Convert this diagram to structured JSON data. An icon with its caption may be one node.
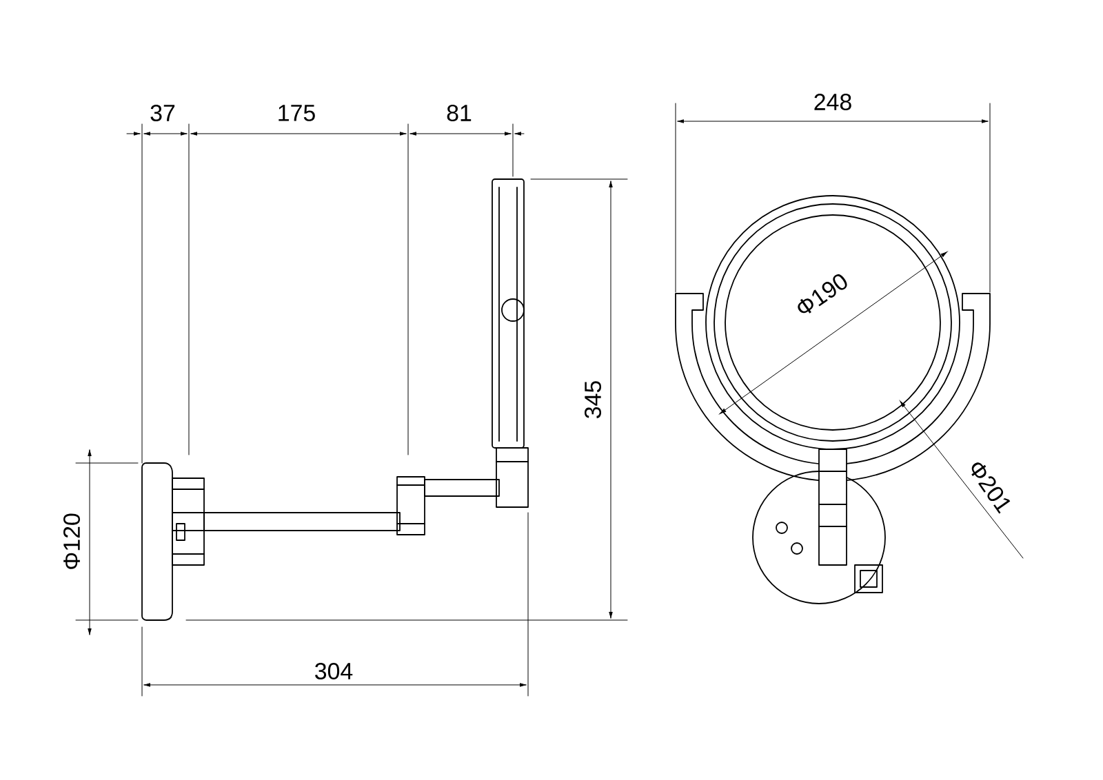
{
  "diagram": {
    "labels": [
      "37",
      "175",
      "81",
      "248",
      "Φ190",
      "345",
      "Φ120",
      "Φ201",
      "304"
    ]
  }
}
